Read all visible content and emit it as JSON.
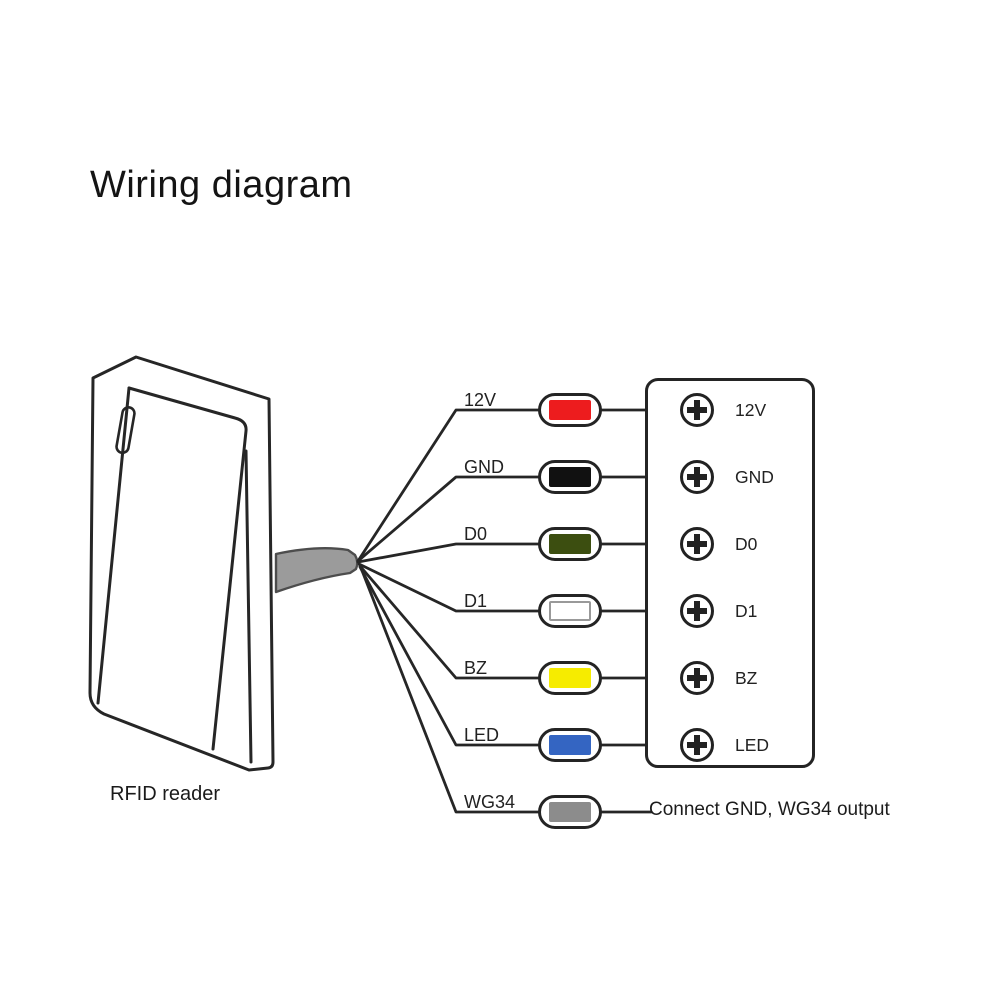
{
  "title": "Wiring diagram",
  "reader": {
    "label": "RFID reader"
  },
  "wires": [
    {
      "label": "12V",
      "color": "#ed1c1e"
    },
    {
      "label": "GND",
      "color": "#111111"
    },
    {
      "label": "D0",
      "color": "#3c4e10"
    },
    {
      "label": "D1",
      "color": "#ffffff",
      "swatch_border": "#999999"
    },
    {
      "label": "BZ",
      "color": "#f6ec00"
    },
    {
      "label": "LED",
      "color": "#3465c2"
    },
    {
      "label": "WG34",
      "color": "#8c8c8c",
      "note": "Connect GND, WG34 output"
    }
  ],
  "terminals": [
    "12V",
    "GND",
    "D0",
    "D1",
    "BZ",
    "LED"
  ],
  "colors": {
    "line": "#262626",
    "cable_fill": "#9b9b9b",
    "cable_stroke": "#4d4d4d",
    "background": "#ffffff"
  }
}
